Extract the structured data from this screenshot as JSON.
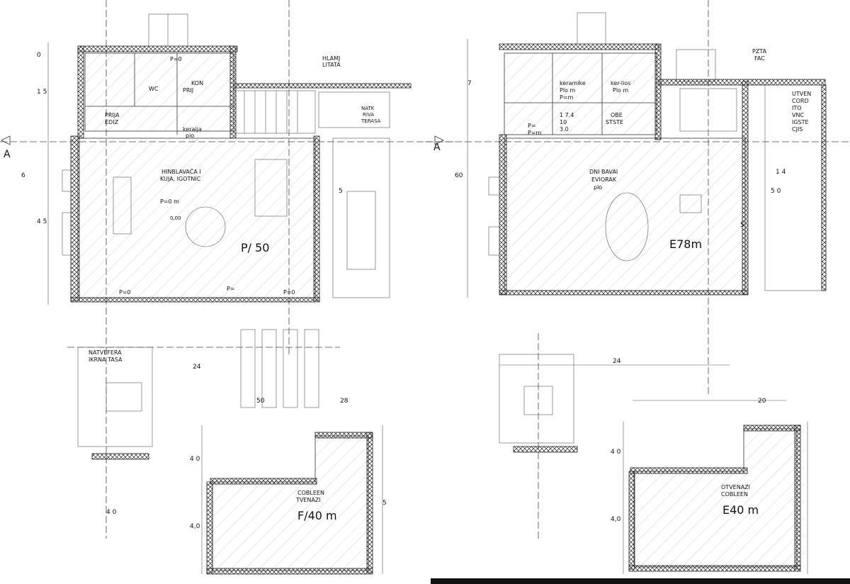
{
  "left_plan": {
    "rooms": {
      "wc": "WC",
      "kon_pr": [
        "KON",
        "PRIJ"
      ],
      "prijel": [
        "PRIJA",
        "EDIZ"
      ],
      "main": [
        "HINBLAVAČA I",
        "KUJA, IGOTNIC"
      ],
      "main_p": "P=0 m",
      "main_val": "0,00",
      "terasa": [
        "NATVEFERA",
        "IKRNA TASA"
      ],
      "stair": [
        "HLAMJ",
        "LITATA"
      ],
      "natk": [
        "NATK",
        "RIVA",
        "TERASA"
      ],
      "outdoor": [
        "COBLEEN",
        "TVENAZI"
      ]
    },
    "areas": {
      "main": "P/ 50",
      "outdoor": "F/40 m"
    },
    "dims": [
      "0",
      "1 5",
      "6",
      "4 5",
      "5",
      "24",
      "28",
      "4 0",
      "4,0",
      "50",
      "4 0",
      "5"
    ],
    "marks": [
      "P=0",
      "P=",
      "P=0",
      "P=0"
    ],
    "section": "A",
    "kerami": [
      "keraija",
      "pio"
    ]
  },
  "right_plan": {
    "rooms": {
      "kerami1": [
        "keramike",
        "Plo m"
      ],
      "kerami2": [
        "ker-lios",
        "Plo m"
      ],
      "room1": [
        "1 7.4",
        "10",
        "3.0"
      ],
      "room2": [
        "OBE",
        "STSTE"
      ],
      "main": [
        "DNI BAVAI",
        "EVIORAK"
      ],
      "main_p": "plo",
      "outdoor_r": [
        "UTVEN",
        "CORD",
        "ITO",
        "VNC",
        "IGSTE",
        "CJIS"
      ],
      "outdoor": [
        "OTVENAZI",
        "COBLEEN"
      ],
      "stair": [
        "PZTA",
        "FAC"
      ]
    },
    "areas": {
      "main": "E78m",
      "outdoor": "E40 m"
    },
    "dims": [
      "60",
      "7",
      "5 0",
      "5",
      "1 4",
      "24",
      "20",
      "4 0",
      "4,0"
    ],
    "marks": [
      "P=",
      "P=m",
      "P=m"
    ],
    "section": "A"
  }
}
